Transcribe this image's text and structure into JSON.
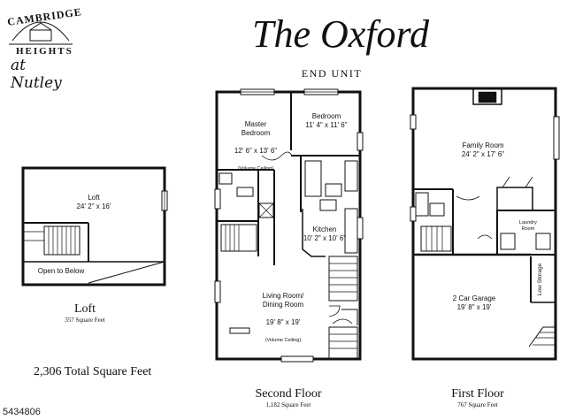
{
  "branding": {
    "line1": "CAMBRIDGE",
    "line2": "HEIGHTS",
    "line3": "at Nutley"
  },
  "header": {
    "title": "The Oxford",
    "subtitle": "End Unit"
  },
  "loft": {
    "room_name": "Loft",
    "room_dims": "24' 2\" x 16'",
    "open_label": "Open to Below",
    "caption": "Loft",
    "sqft": "357 Square Feet"
  },
  "second_floor": {
    "master_name": "Master\nBedroom",
    "master_dims": "12' 6\" x 13' 6\"",
    "master_note": "(Volume Ceiling)",
    "bedroom_name": "Bedroom",
    "bedroom_dims": "11' 4\" x 11' 6\"",
    "kitchen_name": "Kitchen",
    "kitchen_dims": "10' 2\" x 10' 6\"",
    "living_name": "Living Room/\nDining Room",
    "living_dims": "19' 8\" x 19'",
    "living_note": "(Volume Ceiling)",
    "caption": "Second Floor",
    "sqft": "1,182 Square Feet"
  },
  "first_floor": {
    "family_name": "Family Room",
    "family_dims": "24' 2\" x 17' 6\"",
    "laundry_name": "Laundry\nRoom",
    "garage_name": "2 Car Garage",
    "garage_dims": "19' 8\" x 19'",
    "storage_name": "Low Storage",
    "caption": "First Floor",
    "sqft": "767 Square Feet"
  },
  "total_sqft": "2,306 Total Square Feet",
  "listing_id": "5434806"
}
